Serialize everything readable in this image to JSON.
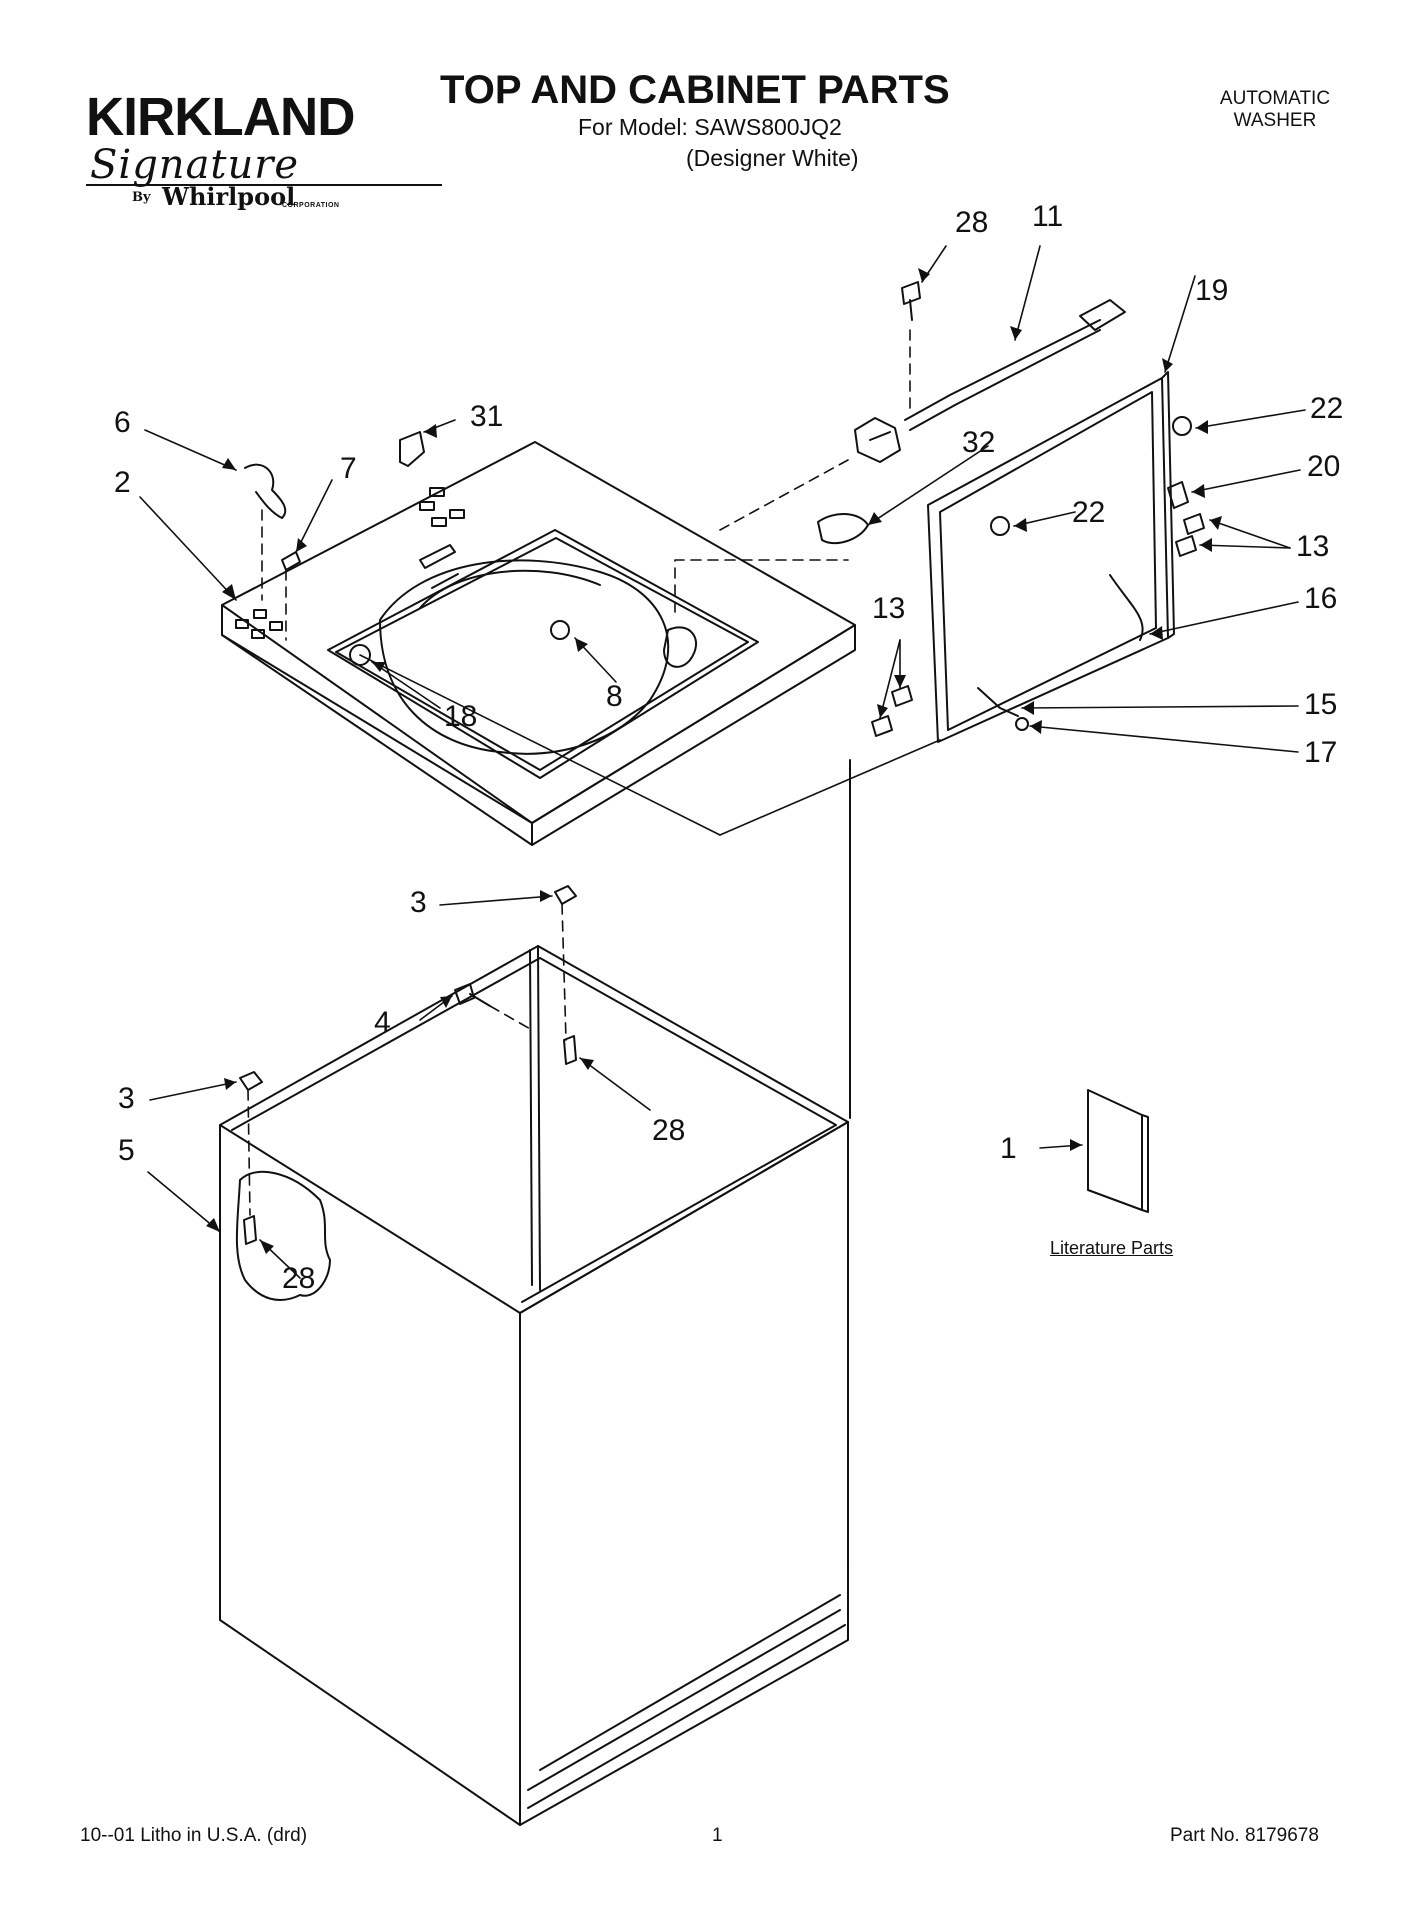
{
  "header": {
    "brand": "KIRKLAND",
    "brand_script": "Signature",
    "brand_by": "By",
    "maker": "Whirlpool",
    "maker_corp": "CORPORATION",
    "title": "TOP AND CABINET PARTS",
    "model_line": "For Model: SAWS800JQ2",
    "variant": "(Designer White)",
    "product_type_line1": "AUTOMATIC",
    "product_type_line2": "WASHER"
  },
  "literature_label": "Literature Parts",
  "callouts": [
    "28",
    "11",
    "19",
    "22",
    "20",
    "22",
    "13",
    "13",
    "16",
    "15",
    "17",
    "6",
    "31",
    "2",
    "7",
    "32",
    "8",
    "18",
    "3",
    "4",
    "28",
    "3",
    "5",
    "28",
    "1"
  ],
  "footer": {
    "litho": "10--01 Litho in U.S.A. (drd)",
    "page": "1",
    "part_no": "Part No. 8179678"
  }
}
